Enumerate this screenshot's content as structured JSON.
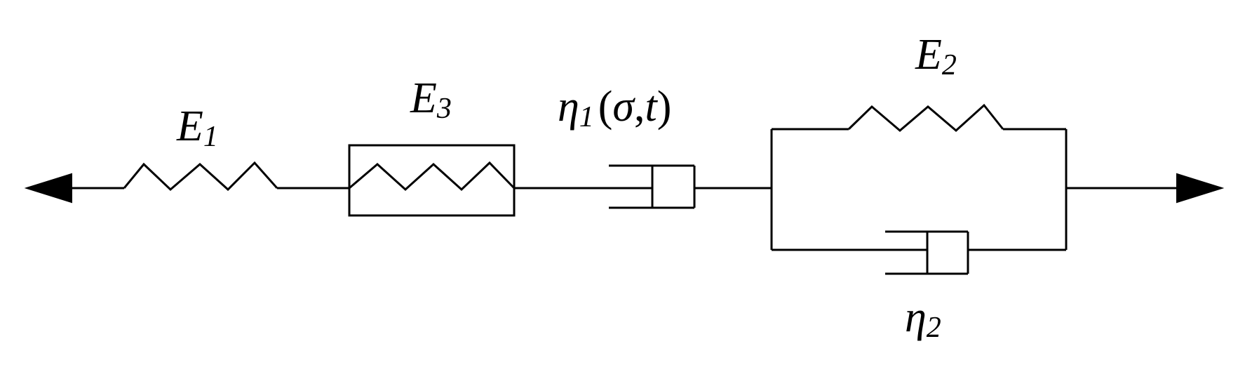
{
  "diagram": {
    "labels": {
      "e1": {
        "symbol": "E",
        "sub": "1"
      },
      "e3": {
        "symbol": "E",
        "sub": "3"
      },
      "eta1": {
        "symbol": "η",
        "sub": "1",
        "open": "(",
        "arg1": "σ",
        "comma": ",",
        "arg2": "t",
        "close": ")"
      },
      "e2": {
        "symbol": "E",
        "sub": "2"
      },
      "eta2": {
        "symbol": "η",
        "sub": "2"
      }
    },
    "colors": {
      "stroke": "#000000",
      "background": "#ffffff"
    },
    "icons": {
      "left_end": "arrow-left-icon",
      "right_end": "arrow-right-icon"
    }
  }
}
